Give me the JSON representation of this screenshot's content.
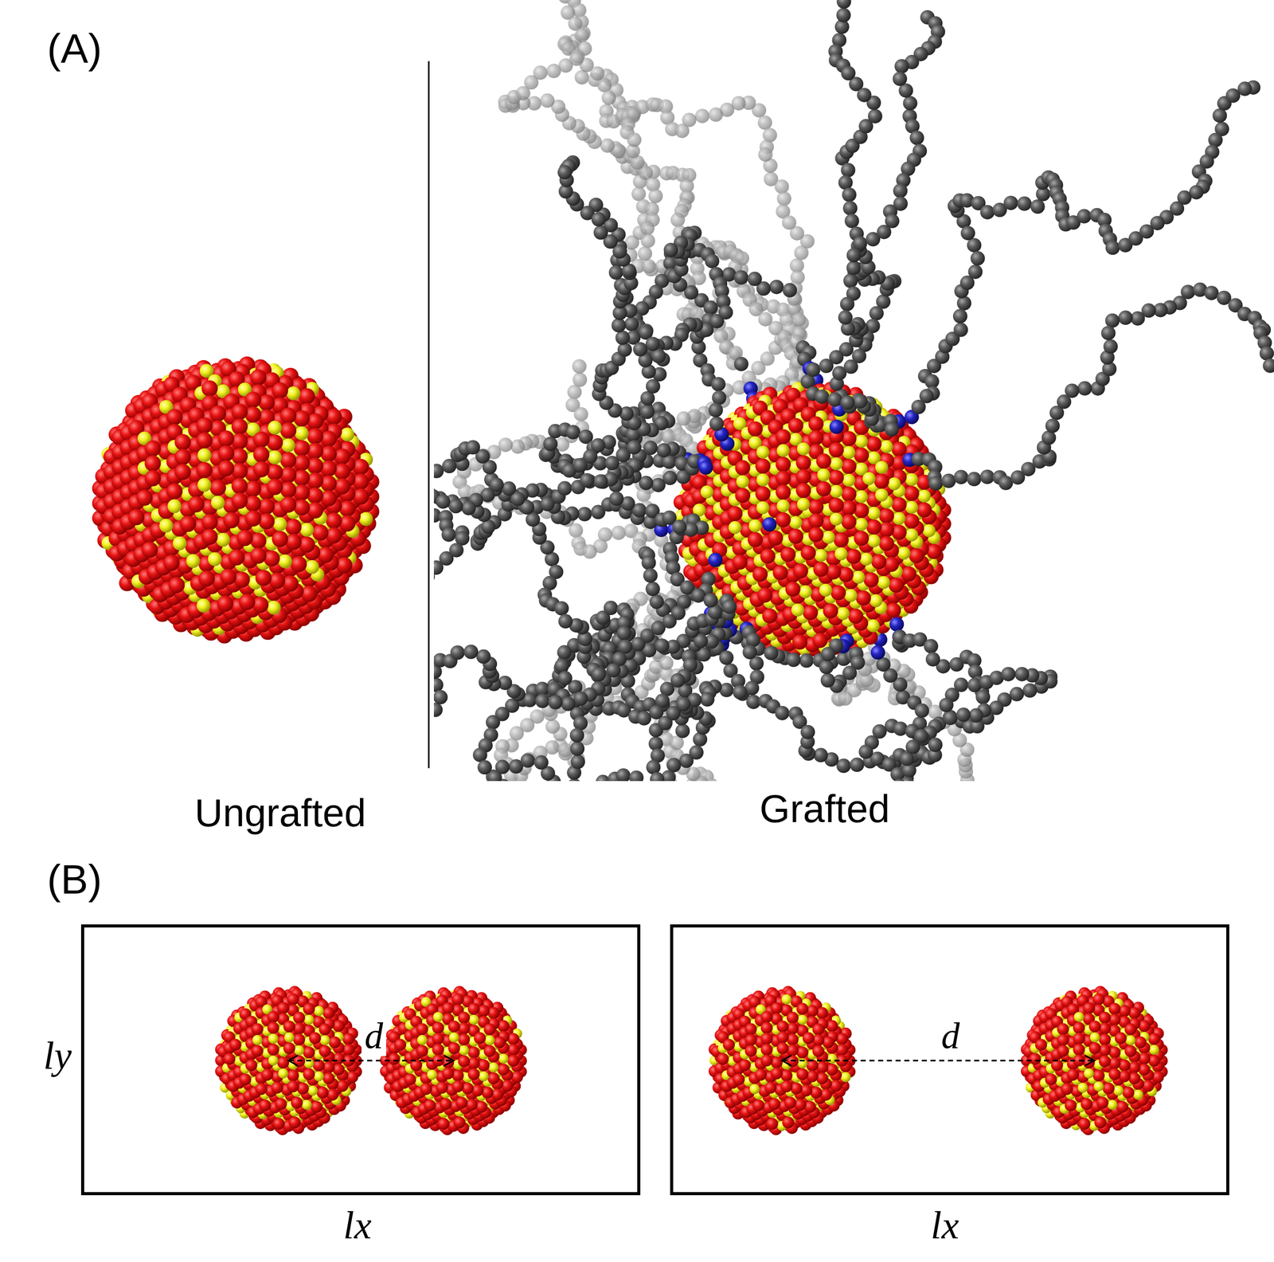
{
  "diagram": {
    "nodes": [
      {
        "text": [
          "d"
        ]
      },
      {
        "text": [
          "d"
        ]
      }
    ],
    "labels": [
      "(A)",
      "Ungrafted",
      "Grafted",
      "(B)",
      "ly",
      "lx",
      "lx"
    ]
  }
}
